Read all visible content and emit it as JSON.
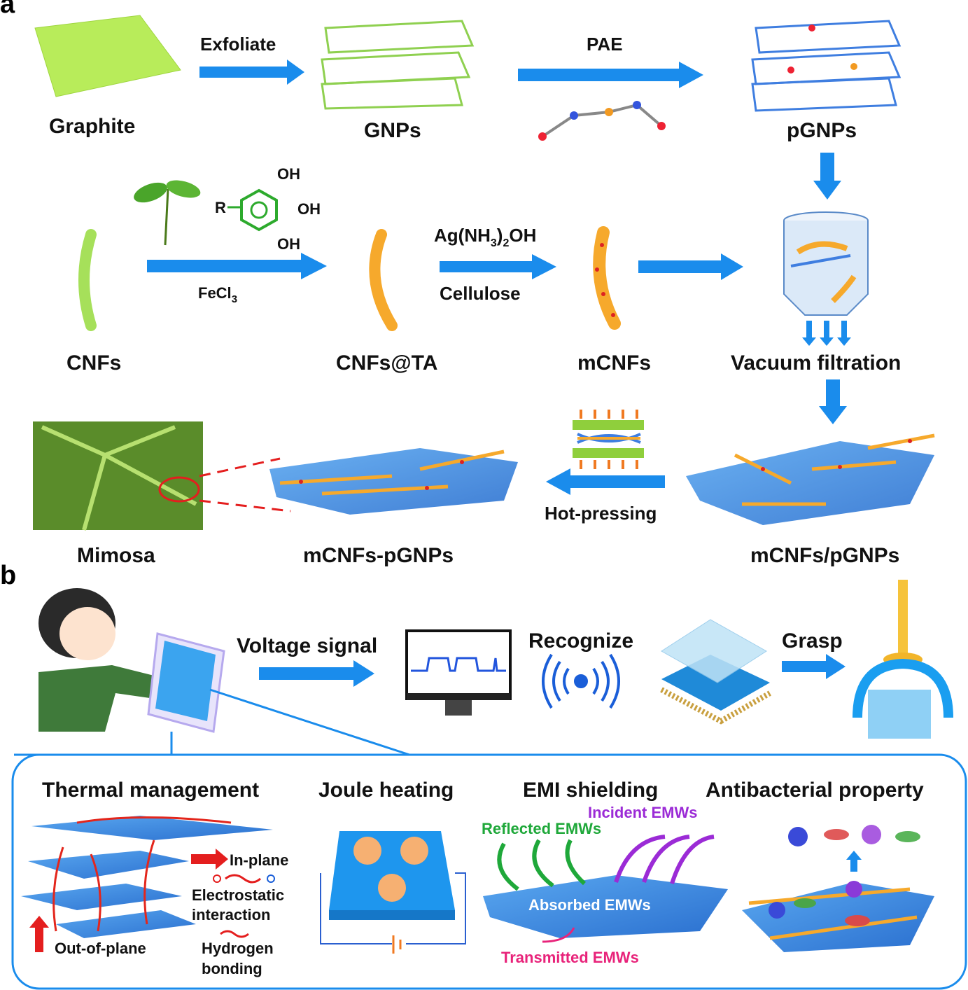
{
  "panel_a": {
    "panel_label": "a",
    "graphite": "Graphite",
    "exfoliate": "Exfoliate",
    "gnps": "GNPs",
    "pae": "PAE",
    "pgnps": "pGNPs",
    "cnfs": "CNFs",
    "fecl3": {
      "base": "FeCl",
      "sub": "3"
    },
    "ta_structure": {
      "r": "R",
      "oh_top": "OH",
      "oh_mid": "OH",
      "oh_bottom": "OH"
    },
    "cnfs_ta": "CNFs@TA",
    "silver_reagent": {
      "a": "Ag(NH",
      "sub1": "3",
      "b": ")",
      "sub2": "2",
      "c": "OH"
    },
    "cellulose": "Cellulose",
    "mcnfs": "mCNFs",
    "vacuum_filtration": "Vacuum filtration",
    "mimosa": "Mimosa",
    "mcnfs_pgnps": "mCNFs-pGNPs",
    "hot_pressing": "Hot-pressing",
    "mcnfs_slash_pgnps": "mCNFs/pGNPs"
  },
  "panel_b": {
    "panel_label": "b",
    "voltage_signal": "Voltage signal",
    "recognize": "Recognize",
    "grasp": "Grasp",
    "applications": {
      "thermal": "Thermal management",
      "joule": "Joule heating",
      "emi": "EMI shielding",
      "antibacterial": "Antibacterial property"
    },
    "thermal_legend": {
      "in_plane": "In-plane",
      "electrostatic": "Electrostatic",
      "interaction": "interaction",
      "out_of_plane": "Out-of-plane",
      "hydrogen": "Hydrogen",
      "bonding": "bonding"
    },
    "emi_labels": {
      "reflected": "Reflected EMWs",
      "incident": "Incident EMWs",
      "absorbed": "Absorbed EMWs",
      "transmitted": "Transmitted EMWs"
    }
  },
  "colors": {
    "arrow": "#1a8cec",
    "graphite": "#b8ec5a",
    "sheet": "#3f8de0",
    "fiber": "#f4a52a",
    "reflected": "#1fa83a",
    "incident": "#9b2bd6",
    "transmitted": "#e8237a"
  }
}
